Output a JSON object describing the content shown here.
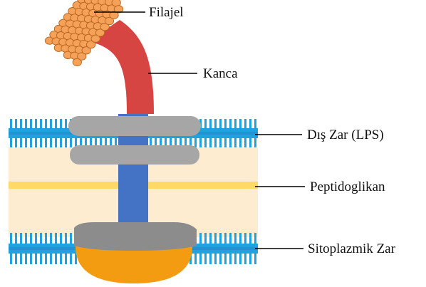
{
  "labels": {
    "flagellum": "Filajel",
    "hook": "Kanca",
    "outer_membrane": "Dış Zar (LPS)",
    "peptidoglycan": "Peptidoglikan",
    "cytoplasmic_membrane": "Sitoplazmik Zar"
  },
  "colors": {
    "background": "#ffffff",
    "periplasm": "#fdeccf",
    "peptidoglycan": "#ffd966",
    "membrane_head": "#1fa2df",
    "membrane_core": "#2e75b6",
    "rod": "#4472c4",
    "ring": "#a6a6a6",
    "motor": "#f39c12",
    "hook": "#d64541",
    "filament": "#f5a15a",
    "filament_outline": "#b5651d"
  }
}
